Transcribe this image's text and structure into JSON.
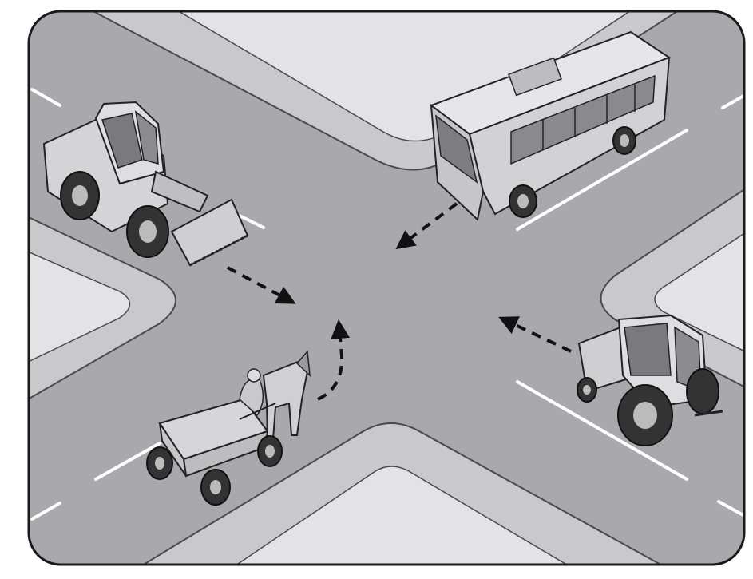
{
  "scene": {
    "type": "intersection-diagram",
    "colors": {
      "frame": "#1a1a1a",
      "road": "#a9a9ad",
      "sidewalk": "#c9c9cc",
      "block": "#e3e3e5",
      "curb_line": "#4a4a4a",
      "lane_marking": "#ffffff",
      "arrow": "#111111",
      "vehicle_fill": "#d4d4d6",
      "vehicle_dark": "#7a7a7e",
      "vehicle_outline": "#222222"
    },
    "vehicles": [
      {
        "id": "wheel-loader",
        "icon": "wheel-loader-icon"
      },
      {
        "id": "bus",
        "icon": "bus-icon"
      },
      {
        "id": "tractor",
        "icon": "tractor-icon"
      },
      {
        "id": "horse-cart",
        "icon": "horse-cart-icon"
      }
    ],
    "movements": [
      {
        "from": "wheel-loader",
        "direction": "straight"
      },
      {
        "from": "bus",
        "direction": "straight"
      },
      {
        "from": "tractor",
        "direction": "straight"
      },
      {
        "from": "horse-cart",
        "direction": "left-turn"
      }
    ]
  }
}
